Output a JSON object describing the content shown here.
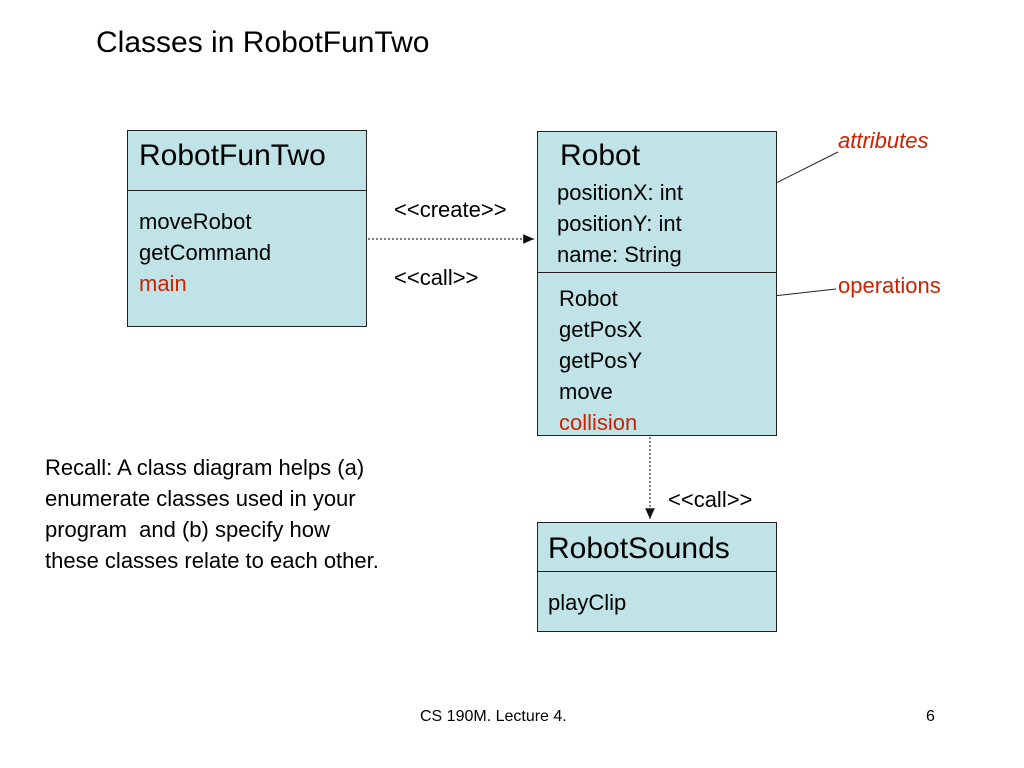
{
  "slide": {
    "title": "Classes in RobotFunTwo",
    "footer": "CS 190M. Lecture 4.",
    "page_number": "6",
    "recall_lines": [
      "Recall: A class diagram helps (a)",
      "enumerate classes used in your",
      "program  and (b) specify how",
      "these classes relate to each other."
    ]
  },
  "classes": {
    "robotfuntwo": {
      "name": "RobotFunTwo",
      "operations": [
        "moveRobot",
        "getCommand",
        "main"
      ]
    },
    "robot": {
      "name": "Robot",
      "attributes": [
        "positionX: int",
        "positionY: int",
        "name: String"
      ],
      "operations": [
        "Robot",
        "getPosX",
        "getPosY",
        "move",
        "collision"
      ]
    },
    "robotsounds": {
      "name": "RobotSounds",
      "operations": [
        "playClip"
      ]
    }
  },
  "relations": {
    "create_label": "<<create>>",
    "call_label": "<<call>>",
    "call2_label": "<<call>>"
  },
  "annotations": {
    "attributes": "attributes",
    "operations": "operations"
  },
  "colors": {
    "class_fill": "#bfe3e6",
    "highlight_red": "#cc2200"
  }
}
